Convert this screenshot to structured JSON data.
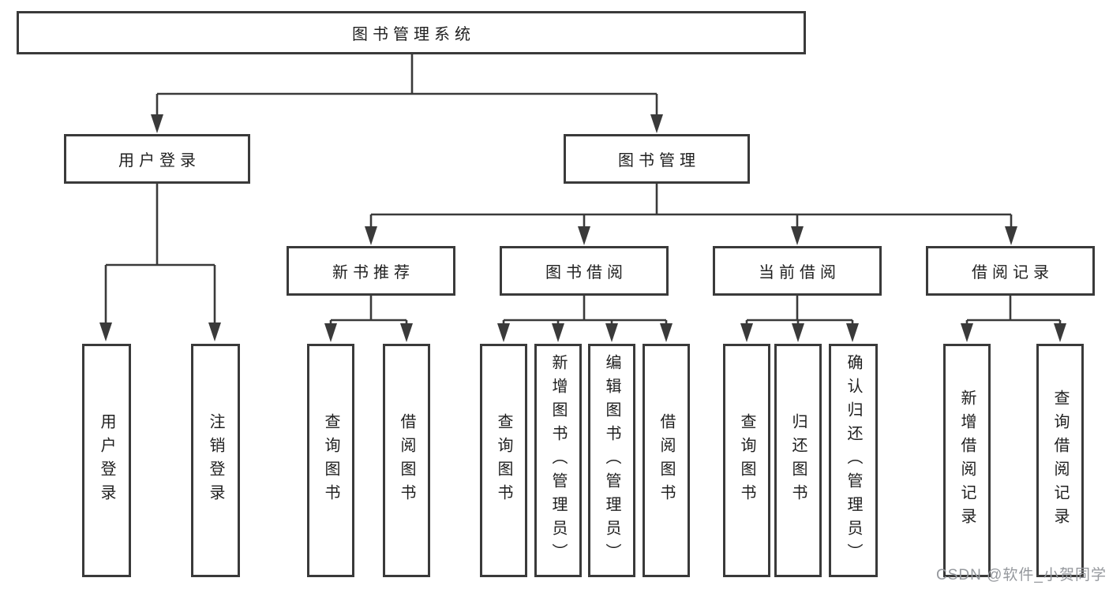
{
  "colors": {
    "background": "#ffffff",
    "line": "#3a3a3a",
    "box_border": "#3a3a3a",
    "text": "#1f1f1f",
    "watermark": "#95989d"
  },
  "watermark": "CSDN @软件_小贺同学",
  "diagram": {
    "type": "hierarchy-tree",
    "root": {
      "label": "图书管理系统"
    },
    "branches": [
      {
        "label": "用户登录",
        "children": [
          {
            "label": "用户登录"
          },
          {
            "label": "注销登录"
          }
        ]
      },
      {
        "label": "图书管理",
        "children": [
          {
            "label": "新书推荐",
            "children": [
              {
                "label": "查询图书"
              },
              {
                "label": "借阅图书"
              }
            ]
          },
          {
            "label": "图书借阅",
            "children": [
              {
                "label": "查询图书"
              },
              {
                "label": "新增图书（管理员）"
              },
              {
                "label": "编辑图书（管理员）"
              },
              {
                "label": "借阅图书"
              }
            ]
          },
          {
            "label": "当前借阅",
            "children": [
              {
                "label": "查询图书"
              },
              {
                "label": "归还图书"
              },
              {
                "label": "确认归还（管理员）"
              }
            ]
          },
          {
            "label": "借阅记录",
            "children": [
              {
                "label": "新增借阅记录"
              },
              {
                "label": "查询借阅记录"
              }
            ]
          }
        ]
      }
    ]
  }
}
